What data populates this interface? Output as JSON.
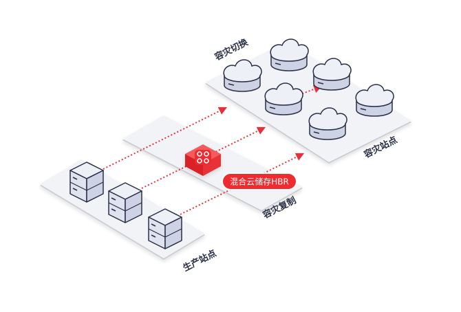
{
  "labels": {
    "disaster_switch": "容灾切换",
    "disaster_site": "容灾站点",
    "disaster_replication": "容灾复制",
    "production_site": "生产站点"
  },
  "hbr": {
    "badge_text": "混合云储存HBR",
    "accent_color": "#ee2b2f"
  },
  "colors": {
    "platform_top": "#f2f3f6",
    "platform_edge": "#c9ccd3",
    "node_face": "#dfe3f0",
    "node_outline": "#2a2f45",
    "flow_arrow": "#e8303a"
  },
  "icons": {
    "server": "server-stack-icon",
    "cloud": "cloud-server-icon",
    "hbr": "hbr-logo-icon"
  }
}
